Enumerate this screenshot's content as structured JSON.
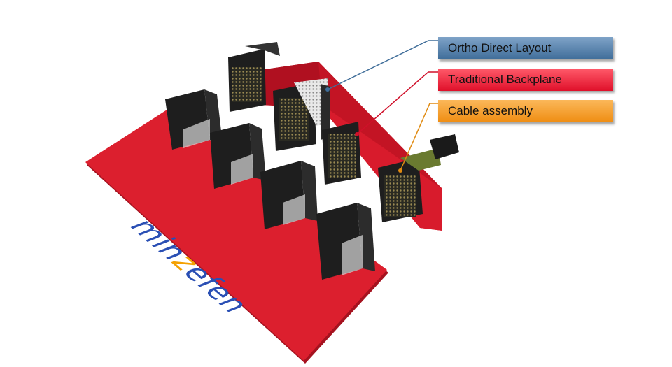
{
  "callouts": [
    {
      "label": "Ortho Direct Layout",
      "color_top": "#7fa3c8",
      "color_bottom": "#3f6d99",
      "line_color": "#3f6d99"
    },
    {
      "label": "Traditional Backplane",
      "color_top": "#ff5a6a",
      "color_bottom": "#e0102a",
      "line_color": "#d0102a"
    },
    {
      "label": "Cable assembly",
      "color_top": "#fbb85a",
      "color_bottom": "#ef8d12",
      "line_color": "#e08a10"
    }
  ],
  "brand": {
    "part1": "min",
    "accent": "z",
    "part2": "efen",
    "color": "#2a4fb4",
    "accent_color": "#f4a000"
  },
  "colors": {
    "board": "#dc1f2e",
    "board_shadow": "#a5121f",
    "connector": "#1e1e1e",
    "connector_face": "#2c2c2c",
    "pins": "#8a7a45"
  }
}
